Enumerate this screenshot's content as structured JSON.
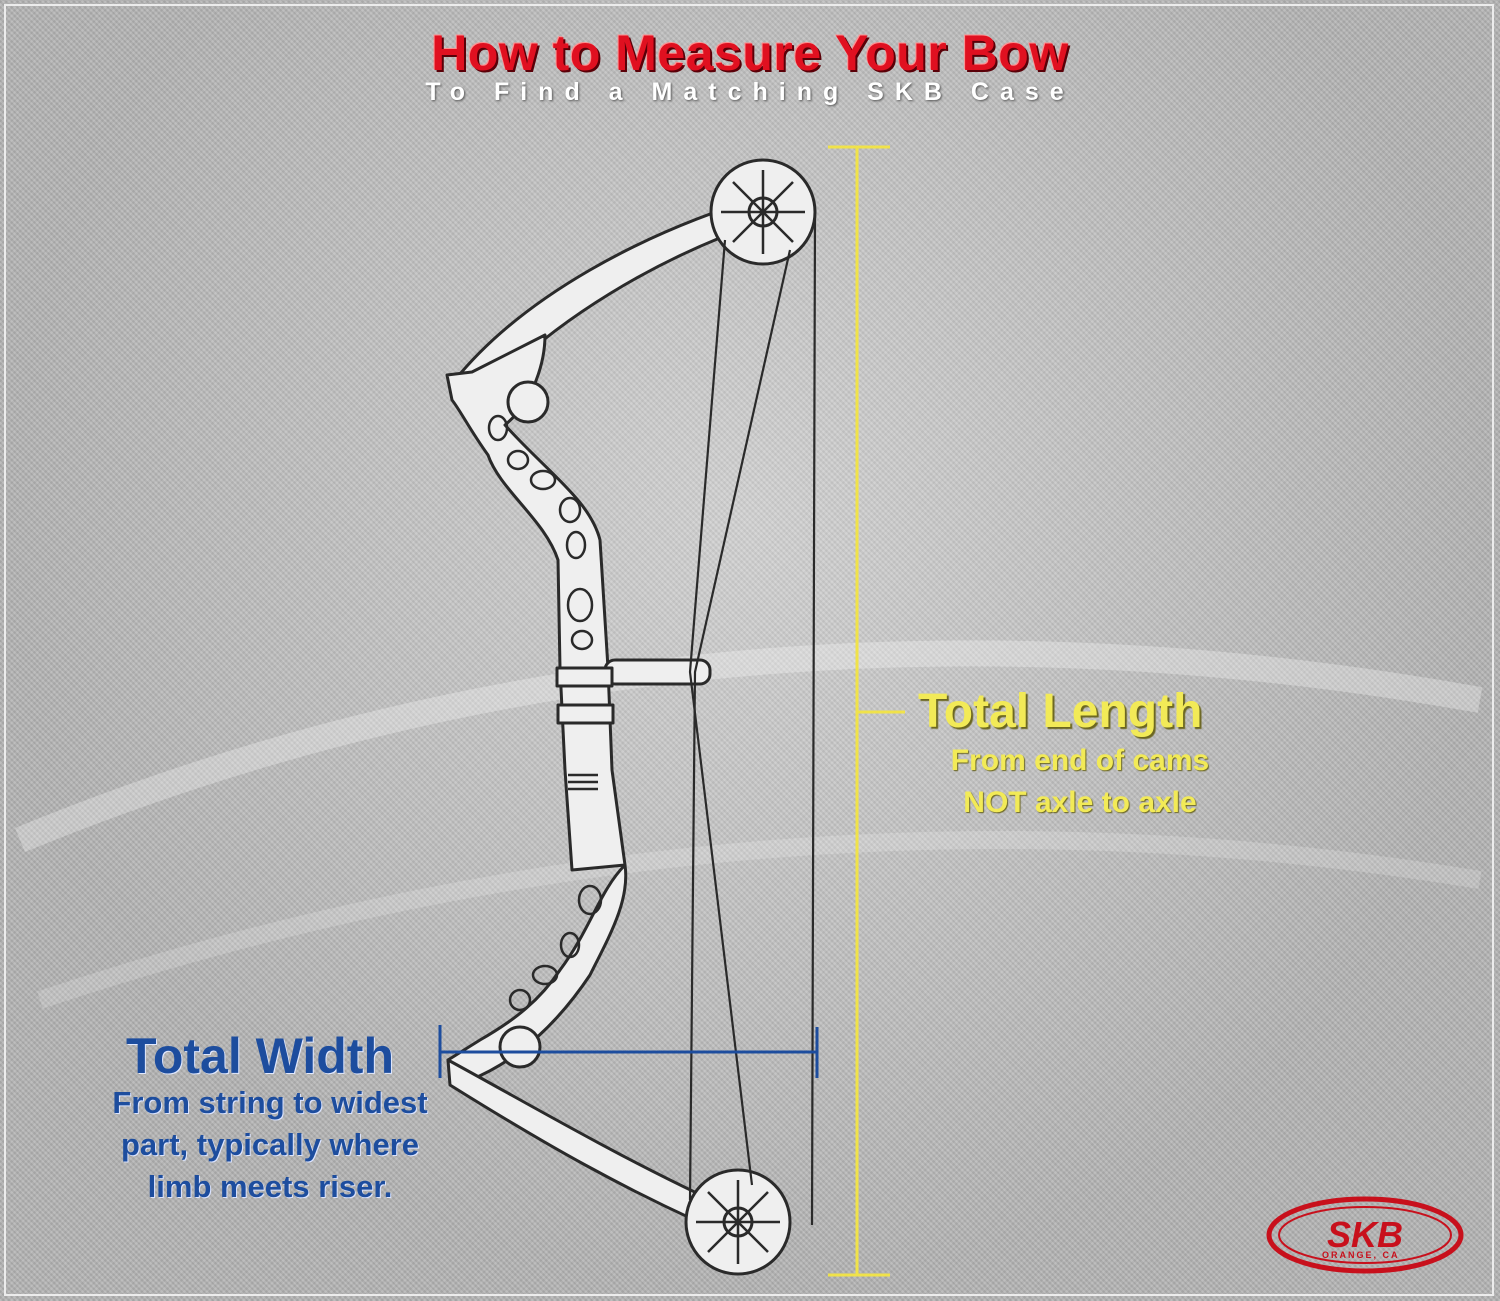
{
  "header": {
    "title": "How to Measure Your Bow",
    "subtitle": "To Find a Matching SKB Case"
  },
  "length_callout": {
    "title": "Total Length",
    "lines": [
      "From end of cams",
      "NOT axle to axle"
    ]
  },
  "width_callout": {
    "title": "Total Width",
    "lines": [
      "From string to widest",
      "part, typically where",
      "limb meets riser."
    ]
  },
  "logo": {
    "text": "SKB",
    "subtext": "ORANGE, CA"
  },
  "colors": {
    "title_red": "#e01020",
    "length_yellow": "#f2ea57",
    "width_blue": "#1d4d9e",
    "bow_line": "#2a2a2a"
  }
}
